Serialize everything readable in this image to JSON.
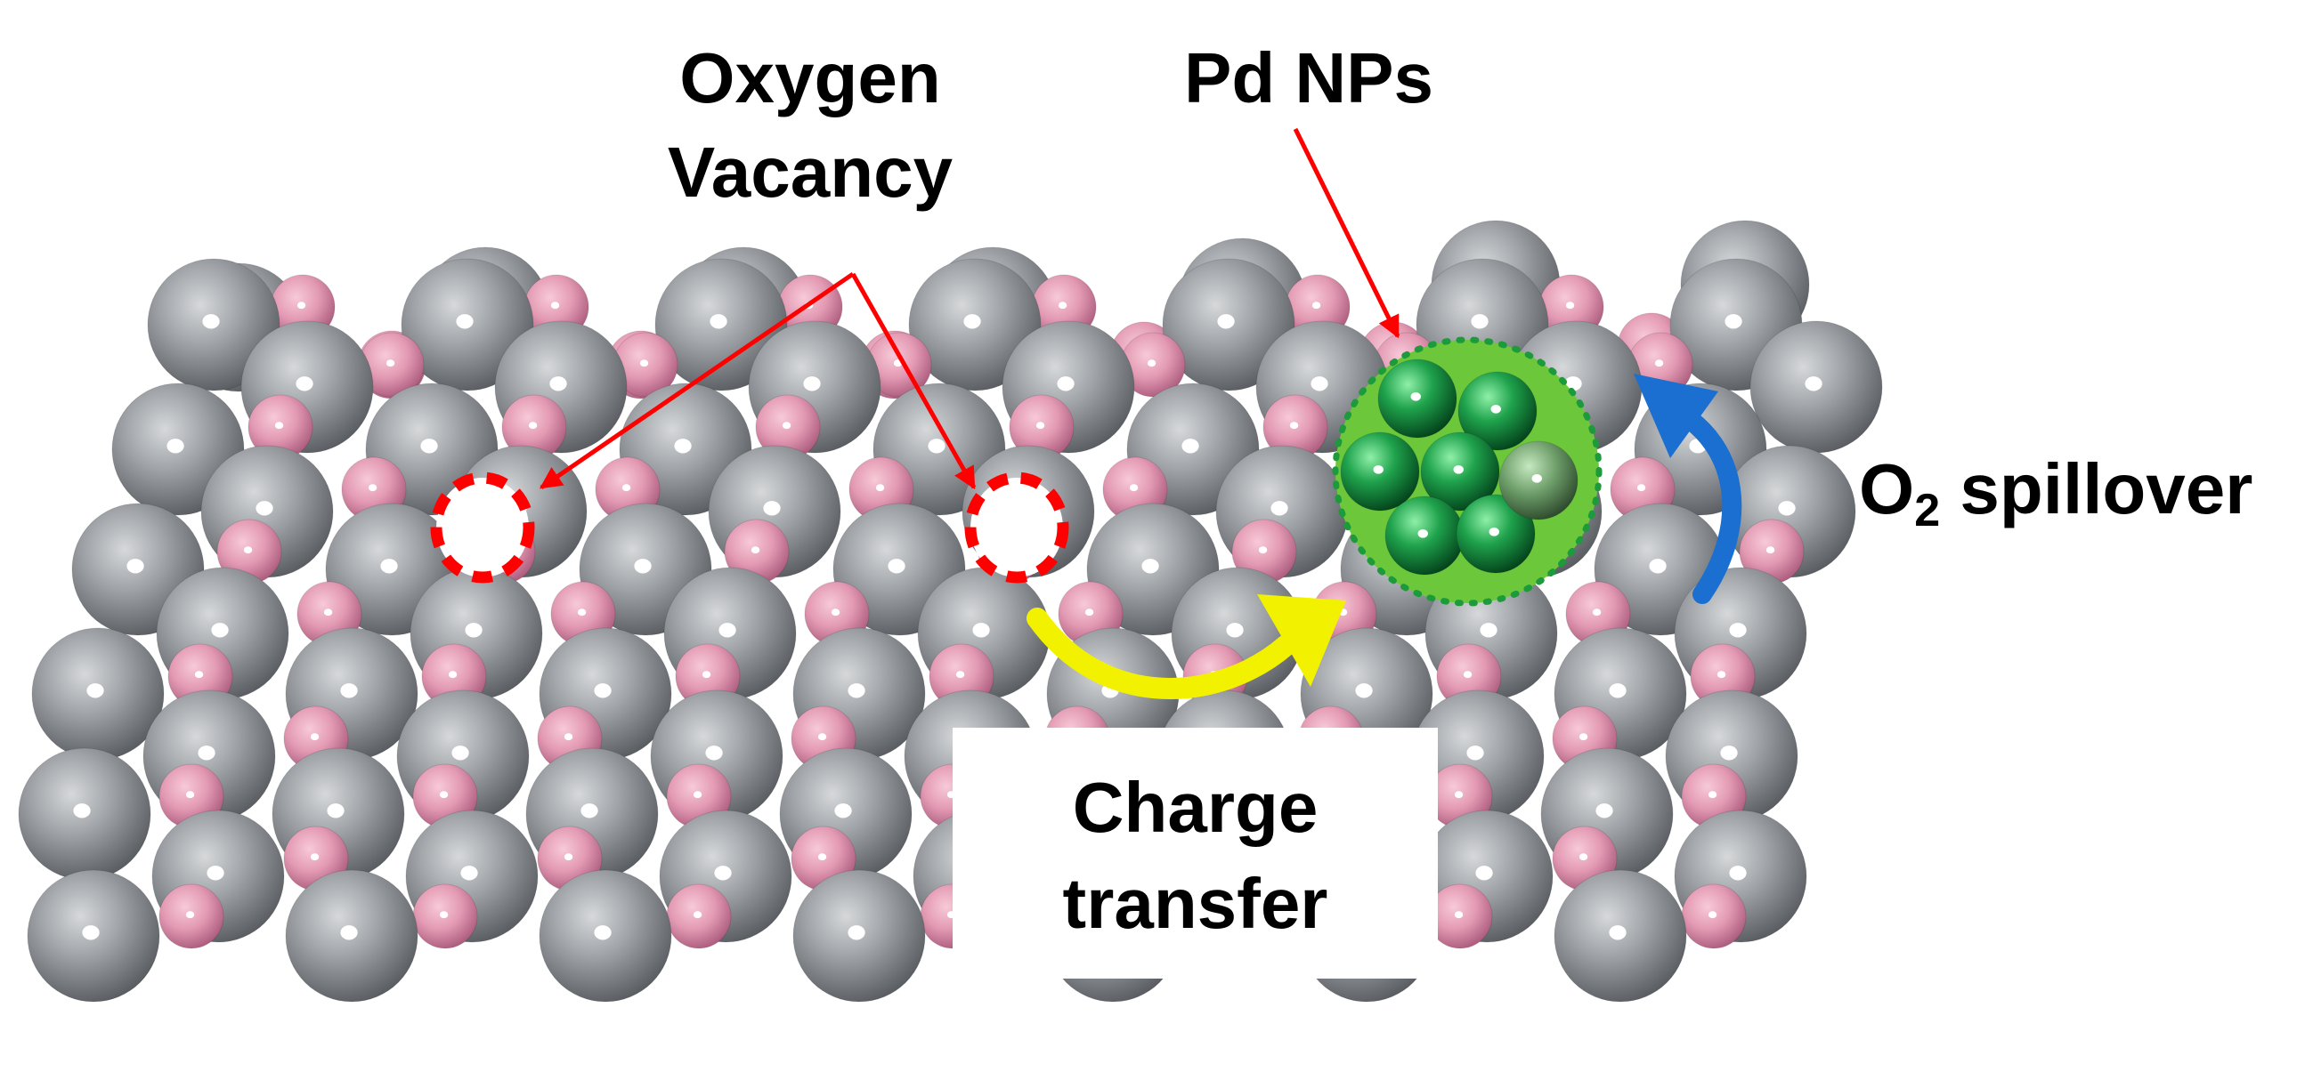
{
  "labels": {
    "oxygen_vacancy_line1": "Oxygen",
    "oxygen_vacancy_line2": "Vacancy",
    "pd_nps": "Pd NPs",
    "o2_spillover_main": "O",
    "o2_spillover_sub": "2",
    "o2_spillover_rest": " spillover",
    "charge_transfer_line1": "Charge",
    "charge_transfer_line2": "transfer"
  },
  "colors": {
    "support_atom": "#8e9296",
    "oxygen_atom": "#e8a0b8",
    "pd_atom": "#1e9a4a",
    "pd_halo": "#6cc83a",
    "vacancy_marker": "#ff0000",
    "pointer_arrow": "#ff0000",
    "charge_transfer_arrow": "#f2f200",
    "spillover_arrow": "#1a6fd0"
  }
}
